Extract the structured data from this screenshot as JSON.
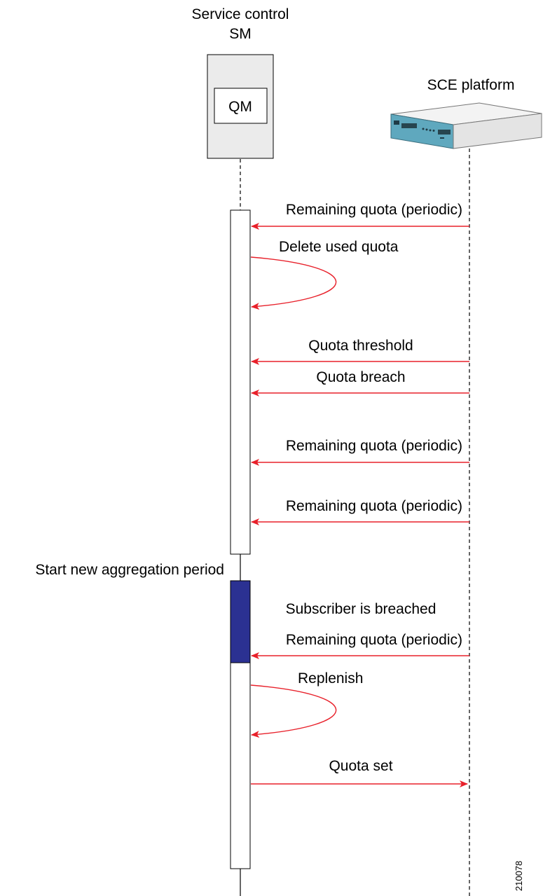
{
  "participants": {
    "sm_title_line1": "Service control",
    "sm_title_line2": "SM",
    "qm_label": "QM",
    "sce_title": "SCE platform"
  },
  "messages": [
    {
      "label": "Remaining quota (periodic)",
      "from": "SCE platform",
      "to": "SM"
    },
    {
      "label": "Delete used quota",
      "from": "SM",
      "to": "SM"
    },
    {
      "label": "Quota threshold",
      "from": "SCE platform",
      "to": "SM"
    },
    {
      "label": "Quota breach",
      "from": "SCE platform",
      "to": "SM"
    },
    {
      "label": "Remaining quota (periodic)",
      "from": "SCE platform",
      "to": "SM"
    },
    {
      "label": "Remaining quota (periodic)",
      "from": "SCE platform",
      "to": "SM"
    },
    {
      "label": "Remaining quota (periodic)",
      "from": "SCE platform",
      "to": "SM"
    },
    {
      "label": "Replenish",
      "from": "SM",
      "to": "SM"
    },
    {
      "label": "Quota set",
      "from": "SM",
      "to": "SCE platform"
    }
  ],
  "notes": {
    "aggregation": "Start new aggregation period",
    "breached": "Subscriber is breached"
  },
  "figure_id": "210078",
  "colors": {
    "arrow": "#e8202a",
    "breached_block": "#2b3192",
    "sm_box_fill": "#ebebeb",
    "device_body": "#5fa8be",
    "device_top": "#f3f3f3"
  }
}
